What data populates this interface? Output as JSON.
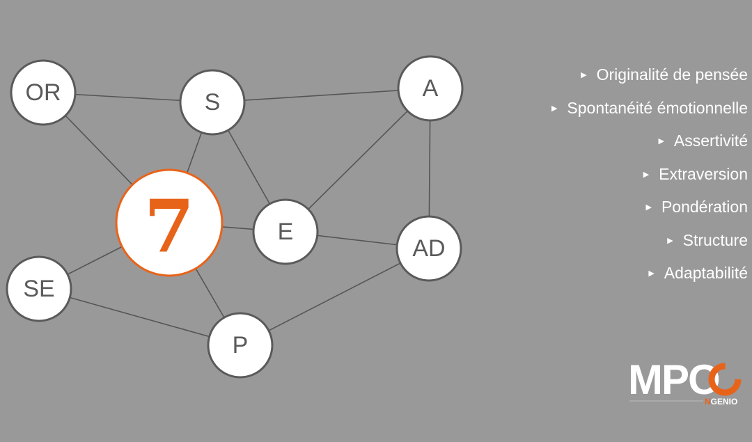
{
  "diagram": {
    "center_label": "7",
    "nodes": [
      {
        "id": "OR",
        "label": "OR"
      },
      {
        "id": "S",
        "label": "S"
      },
      {
        "id": "A",
        "label": "A"
      },
      {
        "id": "E",
        "label": "E"
      },
      {
        "id": "AD",
        "label": "AD"
      },
      {
        "id": "SE",
        "label": "SE"
      },
      {
        "id": "P",
        "label": "P"
      }
    ],
    "edges": [
      [
        "OR",
        "S"
      ],
      [
        "OR",
        "7"
      ],
      [
        "S",
        "A"
      ],
      [
        "S",
        "7"
      ],
      [
        "S",
        "E"
      ],
      [
        "A",
        "E"
      ],
      [
        "A",
        "AD"
      ],
      [
        "7",
        "E"
      ],
      [
        "E",
        "AD"
      ],
      [
        "7",
        "SE"
      ],
      [
        "7",
        "P"
      ],
      [
        "SE",
        "P"
      ],
      [
        "P",
        "AD"
      ]
    ]
  },
  "legend": {
    "items": [
      "Originalité de pensée",
      "Spontanéité émotionnelle",
      "Assertivité",
      "Extraversion",
      "Pondération",
      "Structure",
      "Adaptabilité"
    ]
  },
  "logo": {
    "brand": "MPO",
    "sub_prefix": "N",
    "sub_rest": "GENIO"
  },
  "colors": {
    "background": "#999999",
    "accent": "#e8631a",
    "node_stroke": "#5a5a5a"
  }
}
